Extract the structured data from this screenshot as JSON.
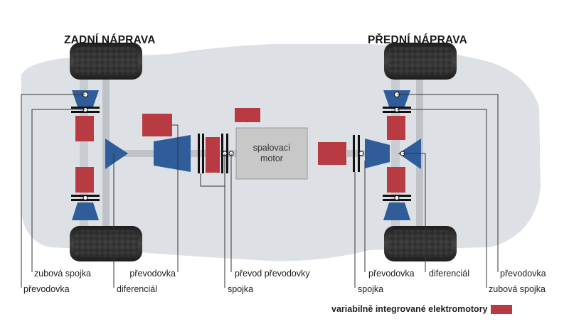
{
  "titles": {
    "rear_axle": "ZADNÍ NÁPRAVA",
    "front_axle": "PŘEDNÍ NÁPRAVA"
  },
  "engine": {
    "line1": "spalovací",
    "line2": "motor"
  },
  "labels": {
    "rear_dog_clutch": "zubová spojka",
    "rear_gearbox": "převodovka",
    "rear_differential": "diferenciál",
    "center_gearbox": "převodovka",
    "center_clutch": "spojka",
    "gearbox_transmission": "převod převodovky",
    "front_clutch": "spojka",
    "front_gearbox": "převodovka",
    "front_differential": "diferenciál",
    "front_gearbox_right": "převodovka",
    "front_dog_clutch": "zubová spojka"
  },
  "legend": {
    "text": "variabilně integrované elektromotory",
    "color": "#b83b43"
  },
  "colors": {
    "car_body": "#dde1e5",
    "shaft": "#bfc3c8",
    "blue_component": "#2f5d9a",
    "red_component": "#b83b43",
    "engine_block": "#c8c8c8"
  }
}
